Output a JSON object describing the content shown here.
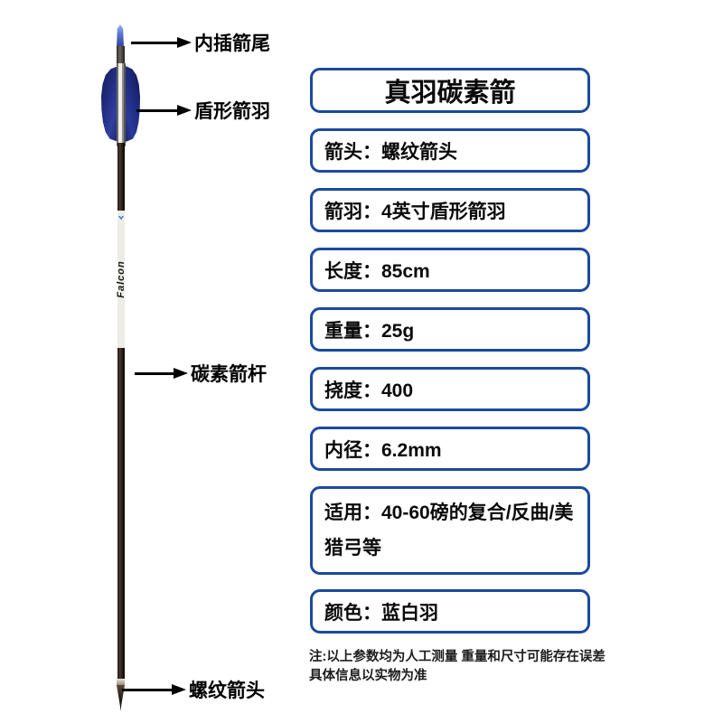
{
  "arrow_diagram": {
    "shaft_brand": "Falcon",
    "callouts": [
      "内插箭尾",
      "盾形箭羽",
      "碳素箭杆",
      "螺纹箭头"
    ]
  },
  "spec_panel": {
    "title": "真羽碳素箭",
    "specs": [
      "箭头：螺纹箭头",
      "箭羽：4英寸盾形箭羽",
      "长度：85cm",
      "重量：25g",
      "挠度：400",
      "内径：6.2mm",
      "适用：40-60磅的复合/反曲/美猎弓等",
      "颜色：蓝白羽"
    ],
    "note": [
      "注:以上参数均为人工测量 重量和尺寸可能存在误差",
      "具体信息以实物为准"
    ]
  },
  "colors": {
    "box_border_blue": "#1a4a9e",
    "feather_blue": "#232f87",
    "nock_blue": "#5a74d4",
    "shaft_dark": "#241a12",
    "callout_black": "#000000"
  }
}
